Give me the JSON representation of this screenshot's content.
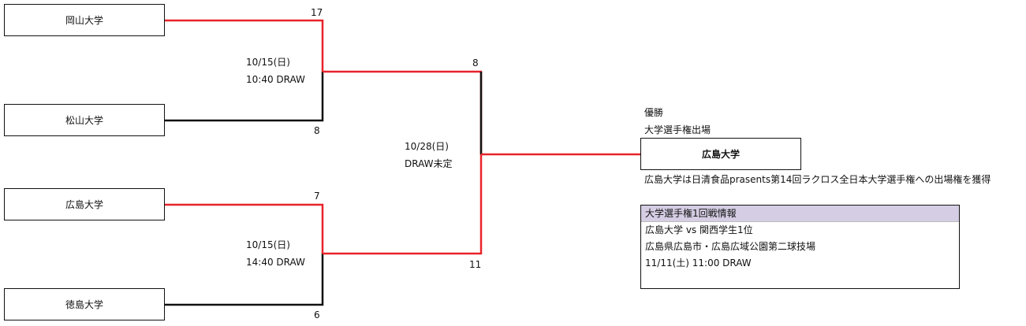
{
  "teams": {
    "t1": "岡山大学",
    "t2": "松山大学",
    "t3": "広島大学",
    "t4": "徳島大学"
  },
  "scores": {
    "t1": "17",
    "t2": "8",
    "t3": "7",
    "t4": "6",
    "sf1": "8",
    "sf2": "11"
  },
  "matches": {
    "sf1_date": "10/15(日)",
    "sf1_time": "10:40 DRAW",
    "sf2_date": "10/15(日)",
    "sf2_time": "14:40 DRAW",
    "final_date": "10/28(日)",
    "final_time": "DRAW未定"
  },
  "champion": {
    "label1": "優勝",
    "label2": "大学選手権出場",
    "name": "広島大学",
    "qualify_note": "広島大学は日清食品prasents第14回ラクロス全日本大学選手権への出場権を獲得"
  },
  "info": {
    "title": "大学選手権1回戦情報",
    "matchup": "広島大学 vs 関西学生1位",
    "venue": "広島県広島市・広島広域公園第二球技場",
    "datetime": "11/11(土) 11:00 DRAW"
  },
  "colors": {
    "winner_line": "#e8232a",
    "loser_line": "#111111",
    "info_header": "#d5cde3"
  }
}
